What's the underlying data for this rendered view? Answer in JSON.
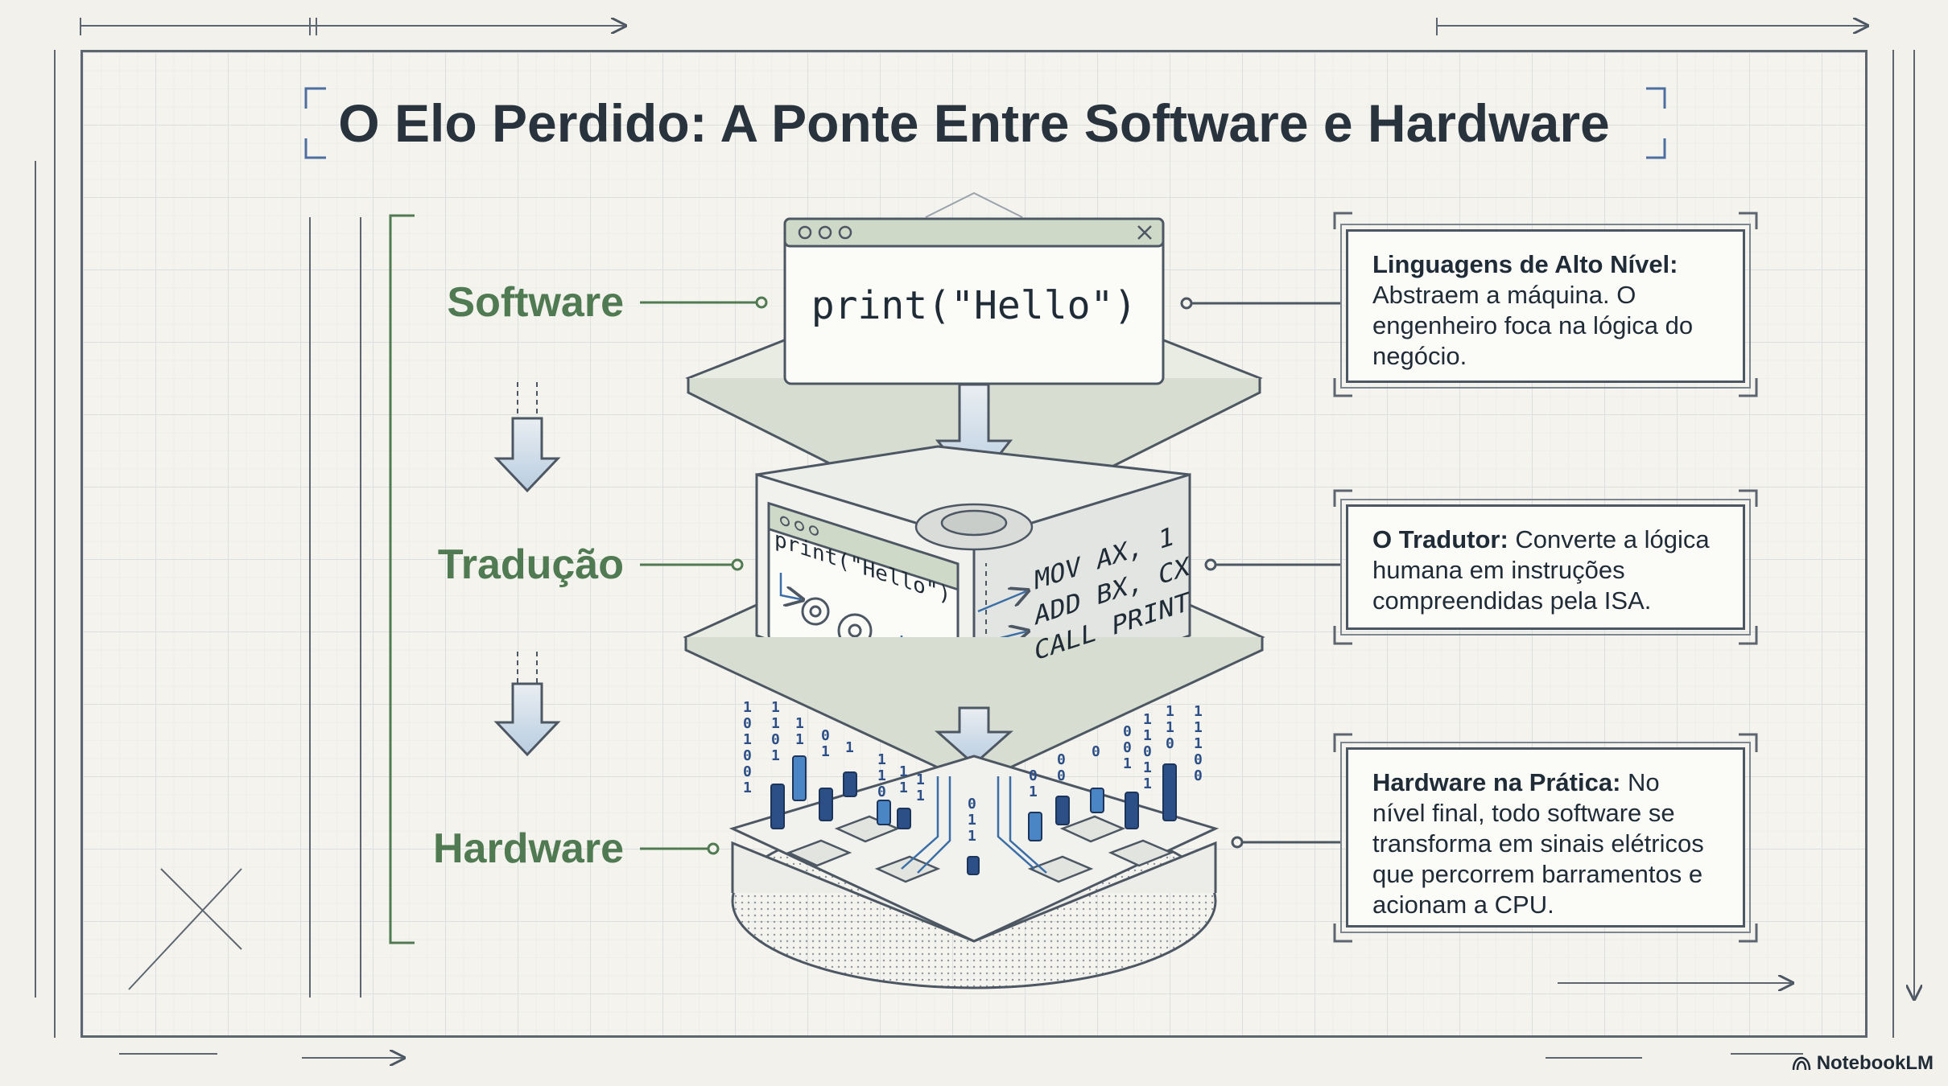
{
  "title": "O Elo Perdido: A Ponte Entre Software e Hardware",
  "layers": {
    "software": "Software",
    "traducao": "Tradução",
    "hardware": "Hardware"
  },
  "code": {
    "top_window": "print(\"Hello\")",
    "mid_window": "print(\"Hello\")",
    "assembly": [
      "MOV AX, 1",
      "ADD BX, CX",
      "CALL PRINT"
    ]
  },
  "cards": [
    {
      "heading": "Linguagens de Alto Nível:",
      "body": "Abstraem a máquina. O engenheiro foca na lógica do negócio."
    },
    {
      "heading": "O Tradutor:",
      "body": "Converte a lógica humana em instruções compreendidas pela ISA."
    },
    {
      "heading": "Hardware na Prática:",
      "body": "No nível final, todo software se transforma em sinais elétricos que percorrem barramentos e acionam a CPU."
    }
  ],
  "brand": "NotebookLM",
  "colors": {
    "accent_green": "#4f7a52",
    "blue": "#2b4f86",
    "ink": "#1f2b36"
  }
}
